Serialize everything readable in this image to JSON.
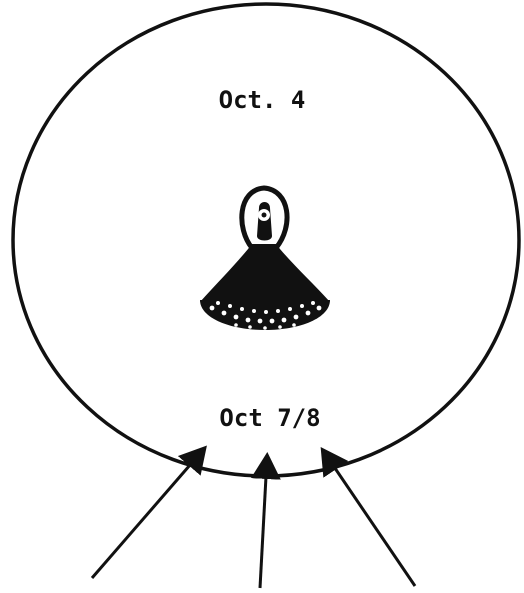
{
  "diagram": {
    "top_label": "Oct. 4",
    "bottom_label": "Oct 7/8",
    "central_object": "bell-shaped-capsule-icon",
    "arrow_count": 3,
    "colors": {
      "ink": "#111111",
      "background": "#ffffff"
    }
  }
}
